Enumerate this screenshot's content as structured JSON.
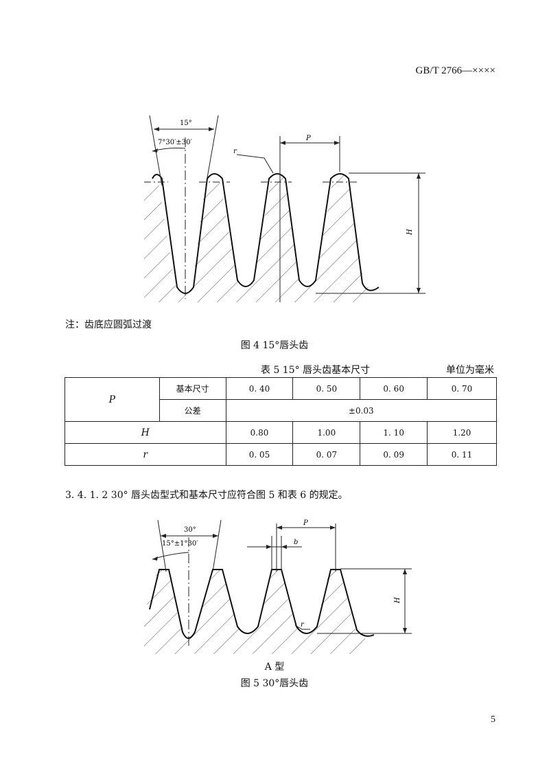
{
  "header": {
    "standard_code": "GB/T 2766—××××"
  },
  "figure4": {
    "label_angle": "15°",
    "label_half_angle": "7°30′±30′",
    "label_r": "r",
    "label_P": "P",
    "label_H": "H",
    "note": "注：齿底应圆弧过渡",
    "caption": "图 4 15°唇头齿"
  },
  "table5": {
    "caption": "表 5  15° 唇头齿基本尺寸",
    "unit": "单位为毫米",
    "row_P_label": "P",
    "basic_label": "基本尺寸",
    "basic_values": [
      "0. 40",
      "0. 50",
      "0. 60",
      "0. 70"
    ],
    "tol_label": "公差",
    "tol_value": "±0.03",
    "row_H_label": "H",
    "H_values": [
      "0.80",
      "1.00",
      "1. 10",
      "1.20"
    ],
    "row_r_label": "r",
    "r_values": [
      "0. 05",
      "0. 07",
      "0. 09",
      "0. 11"
    ]
  },
  "clause": {
    "text": "3. 4. 1. 2  30° 唇头齿型式和基本尺寸应符合图 5 和表 6 的规定。"
  },
  "figure5": {
    "label_angle": "30°",
    "label_half_angle": "15°±1°30′",
    "label_P": "P",
    "label_b": "b",
    "label_r": "r",
    "label_H": "H",
    "type_label": "A 型",
    "caption": "图 5   30°唇头齿"
  },
  "footer": {
    "page_number": "5"
  }
}
